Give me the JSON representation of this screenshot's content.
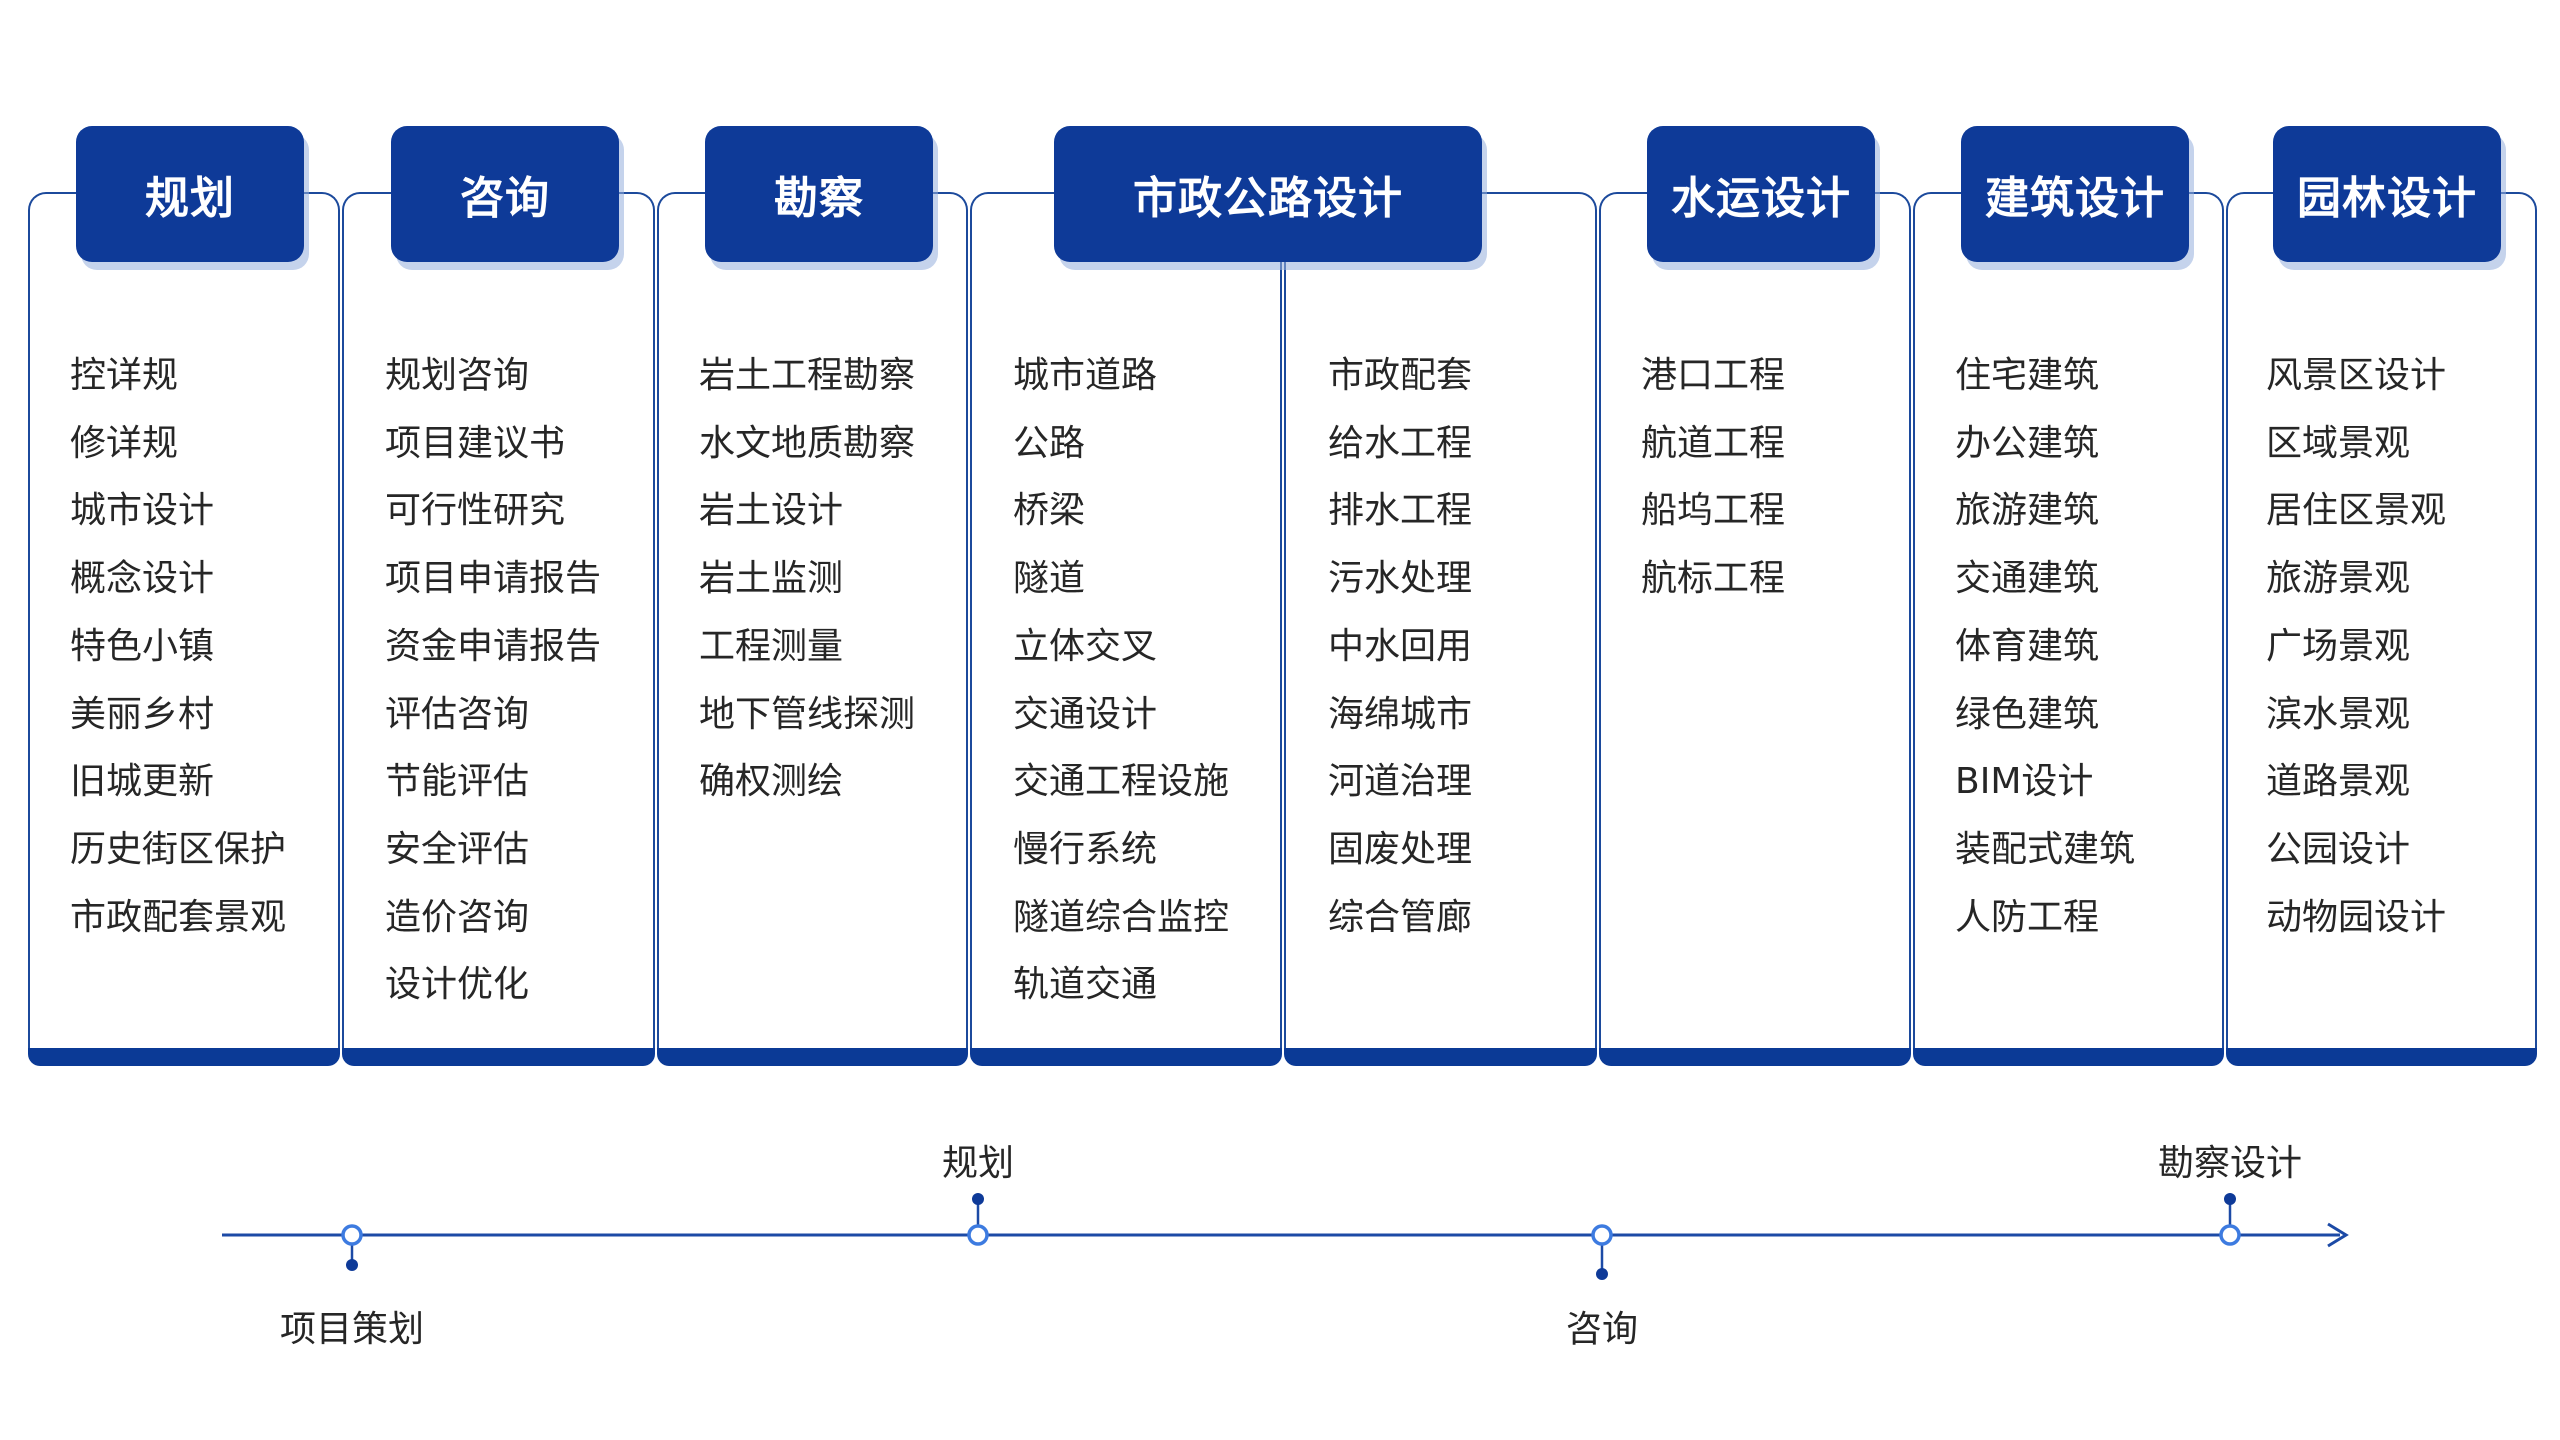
{
  "columns": [
    {
      "title": "规划",
      "items": [
        "控详规",
        "修详规",
        "城市设计",
        "概念设计",
        "特色小镇",
        "美丽乡村",
        "旧城更新",
        "历史街区保护",
        "市政配套景观"
      ]
    },
    {
      "title": "咨询",
      "items": [
        "规划咨询",
        "项目建议书",
        "可行性研究",
        "项目申请报告",
        "资金申请报告",
        "评估咨询",
        "节能评估",
        "安全评估",
        "造价咨询",
        "设计优化"
      ]
    },
    {
      "title": "勘察",
      "items": [
        "岩土工程勘察",
        "水文地质勘察",
        "岩土设计",
        "岩土监测",
        "工程测量",
        "地下管线探测",
        "确权测绘"
      ]
    },
    {
      "title": "市政公路设计",
      "items_left": [
        "城市道路",
        "公路",
        "桥梁",
        "隧道",
        "立体交叉",
        "交通设计",
        "交通工程设施",
        "慢行系统",
        "隧道综合监控",
        "轨道交通"
      ],
      "items_right": [
        "市政配套",
        "给水工程",
        "排水工程",
        "污水处理",
        "中水回用",
        "海绵城市",
        "河道治理",
        "固废处理",
        "综合管廊"
      ]
    },
    {
      "title": "水运设计",
      "items": [
        "港口工程",
        "航道工程",
        "船坞工程",
        "航标工程"
      ]
    },
    {
      "title": "建筑设计",
      "items": [
        "住宅建筑",
        "办公建筑",
        "旅游建筑",
        "交通建筑",
        "体育建筑",
        "绿色建筑",
        "BIM设计",
        "装配式建筑",
        "人防工程"
      ]
    },
    {
      "title": "园林设计",
      "items": [
        "风景区设计",
        "区域景观",
        "居住区景观",
        "旅游景观",
        "广场景观",
        "滨水景观",
        "道路景观",
        "公园设计",
        "动物园设计"
      ]
    }
  ],
  "timeline": {
    "stages": [
      {
        "label": "项目策划",
        "side": "below"
      },
      {
        "label": "规划",
        "side": "above"
      },
      {
        "label": "咨询",
        "side": "below"
      },
      {
        "label": "勘察设计",
        "side": "above"
      }
    ]
  },
  "colors": {
    "primary": "#0e3a98",
    "border": "#1c4a9c",
    "axis": "#1c4aa6",
    "node_ring": "#3d7be0",
    "text": "#262626"
  }
}
